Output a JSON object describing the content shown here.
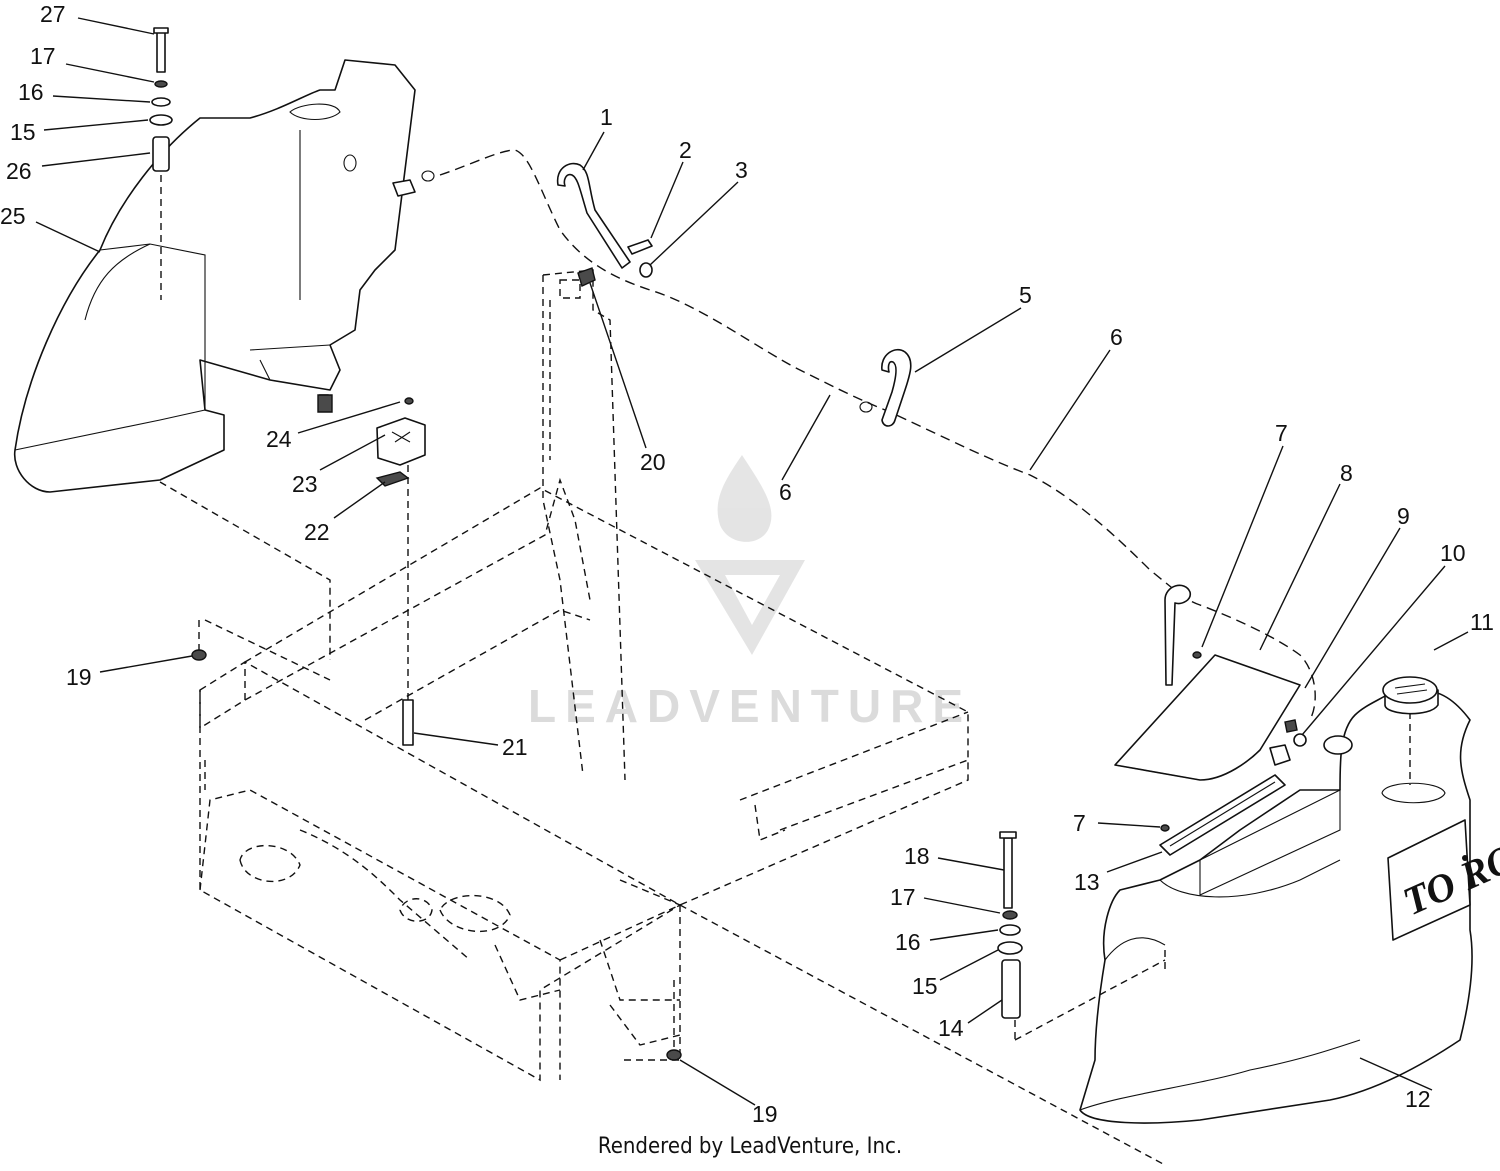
{
  "diagram": {
    "callouts": [
      {
        "id": "c27",
        "label": "27"
      },
      {
        "id": "c17a",
        "label": "17"
      },
      {
        "id": "c16a",
        "label": "16"
      },
      {
        "id": "c15a",
        "label": "15"
      },
      {
        "id": "c26",
        "label": "26"
      },
      {
        "id": "c25",
        "label": "25"
      },
      {
        "id": "c1",
        "label": "1"
      },
      {
        "id": "c2",
        "label": "2"
      },
      {
        "id": "c3",
        "label": "3"
      },
      {
        "id": "c20",
        "label": "20"
      },
      {
        "id": "c5",
        "label": "5"
      },
      {
        "id": "c6a",
        "label": "6"
      },
      {
        "id": "c6b",
        "label": "6"
      },
      {
        "id": "c24",
        "label": "24"
      },
      {
        "id": "c23",
        "label": "23"
      },
      {
        "id": "c22",
        "label": "22"
      },
      {
        "id": "c19a",
        "label": "19"
      },
      {
        "id": "c21",
        "label": "21"
      },
      {
        "id": "c7a",
        "label": "7"
      },
      {
        "id": "c8",
        "label": "8"
      },
      {
        "id": "c9",
        "label": "9"
      },
      {
        "id": "c10",
        "label": "10"
      },
      {
        "id": "c11",
        "label": "11"
      },
      {
        "id": "c7b",
        "label": "7"
      },
      {
        "id": "c13",
        "label": "13"
      },
      {
        "id": "c18",
        "label": "18"
      },
      {
        "id": "c17b",
        "label": "17"
      },
      {
        "id": "c16b",
        "label": "16"
      },
      {
        "id": "c15b",
        "label": "15"
      },
      {
        "id": "c14",
        "label": "14"
      },
      {
        "id": "c12",
        "label": "12"
      },
      {
        "id": "c19b",
        "label": "19"
      }
    ],
    "tank_logo": "TO RO",
    "watermark": "LEADVENTURE"
  },
  "footer": {
    "text": "Rendered by LeadVenture, Inc."
  }
}
